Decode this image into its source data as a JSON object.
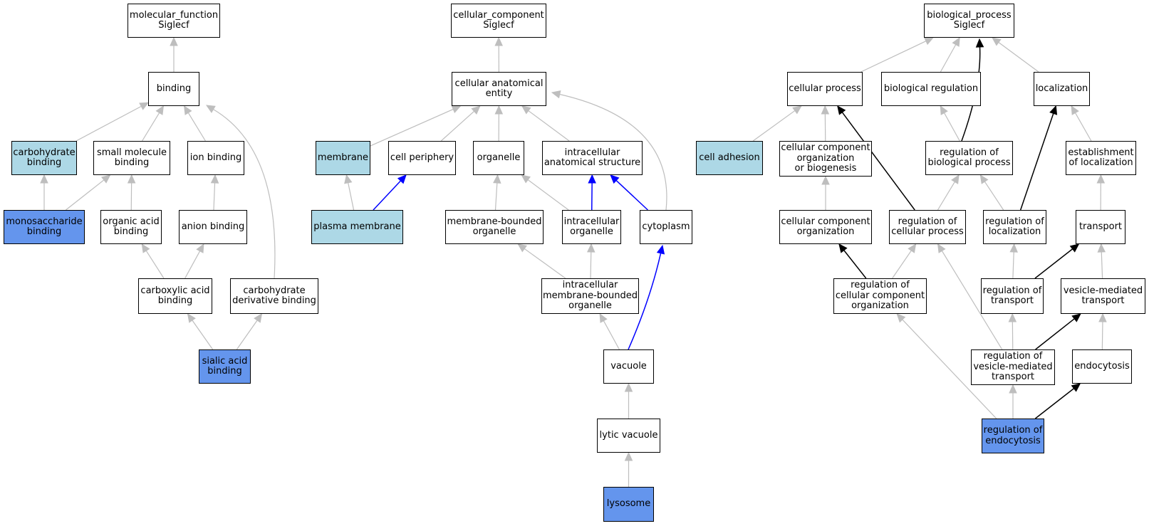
{
  "colors": {
    "edge_default": "#bebebe",
    "edge_blue": "#0000ff",
    "edge_black": "#000000",
    "fill_white": "#ffffff",
    "fill_light": "#add8e6",
    "fill_dark": "#6495ed"
  },
  "nodes": {
    "mf_root": {
      "label": "molecular_function\nSiglecf",
      "fill": "white"
    },
    "binding": {
      "label": "binding",
      "fill": "white"
    },
    "carb_binding": {
      "label": "carbohydrate\nbinding",
      "fill": "light"
    },
    "small_mol": {
      "label": "small molecule\nbinding",
      "fill": "white"
    },
    "ion_binding": {
      "label": "ion binding",
      "fill": "white"
    },
    "monosacch": {
      "label": "monosaccharide\nbinding",
      "fill": "dark"
    },
    "organic_acid": {
      "label": "organic acid\nbinding",
      "fill": "white"
    },
    "anion_binding": {
      "label": "anion binding",
      "fill": "white"
    },
    "carboxylic": {
      "label": "carboxylic acid\nbinding",
      "fill": "white"
    },
    "carb_deriv": {
      "label": "carbohydrate\nderivative binding",
      "fill": "white"
    },
    "sialic": {
      "label": "sialic acid\nbinding",
      "fill": "dark"
    },
    "cc_root": {
      "label": "cellular_component\nSiglecf",
      "fill": "white"
    },
    "cell_anat": {
      "label": "cellular anatomical\nentity",
      "fill": "white"
    },
    "membrane": {
      "label": "membrane",
      "fill": "light"
    },
    "cell_periph": {
      "label": "cell periphery",
      "fill": "white"
    },
    "organelle": {
      "label": "organelle",
      "fill": "white"
    },
    "ic_anat": {
      "label": "intracellular\nanatomical structure",
      "fill": "white"
    },
    "plasma_mem": {
      "label": "plasma membrane",
      "fill": "light"
    },
    "mem_bounded": {
      "label": "membrane-bounded\norganelle",
      "fill": "white"
    },
    "ic_organelle": {
      "label": "intracellular\norganelle",
      "fill": "white"
    },
    "cytoplasm": {
      "label": "cytoplasm",
      "fill": "white"
    },
    "ic_mem_bounded": {
      "label": "intracellular\nmembrane-bounded\norganelle",
      "fill": "white"
    },
    "vacuole": {
      "label": "vacuole",
      "fill": "white"
    },
    "lytic_vac": {
      "label": "lytic vacuole",
      "fill": "white"
    },
    "lysosome": {
      "label": "lysosome",
      "fill": "dark"
    },
    "bp_root": {
      "label": "biological_process\nSiglecf",
      "fill": "white"
    },
    "cell_process": {
      "label": "cellular process",
      "fill": "white"
    },
    "bio_reg": {
      "label": "biological regulation",
      "fill": "white"
    },
    "localization": {
      "label": "localization",
      "fill": "white"
    },
    "cell_adhesion": {
      "label": "cell adhesion",
      "fill": "light"
    },
    "cc_org_biogen": {
      "label": "cellular component\norganization\nor biogenesis",
      "fill": "white"
    },
    "reg_bio_proc": {
      "label": "regulation of\nbiological process",
      "fill": "white"
    },
    "estab_loc": {
      "label": "establishment\nof localization",
      "fill": "white"
    },
    "cc_org": {
      "label": "cellular component\norganization",
      "fill": "white"
    },
    "reg_cell_proc": {
      "label": "regulation of\ncellular process",
      "fill": "white"
    },
    "reg_loc": {
      "label": "regulation of\nlocalization",
      "fill": "white"
    },
    "transport": {
      "label": "transport",
      "fill": "white"
    },
    "reg_cc_org": {
      "label": "regulation of\ncellular component\norganization",
      "fill": "white"
    },
    "reg_transport": {
      "label": "regulation of\ntransport",
      "fill": "white"
    },
    "ves_transport": {
      "label": "vesicle-mediated\ntransport",
      "fill": "white"
    },
    "reg_ves_transport": {
      "label": "regulation of\nvesicle-mediated\ntransport",
      "fill": "white"
    },
    "endocytosis": {
      "label": "endocytosis",
      "fill": "white"
    },
    "reg_endocytosis": {
      "label": "regulation of\nendocytosis",
      "fill": "dark"
    }
  },
  "edges": [
    {
      "from": "binding",
      "to": "mf_root",
      "color": "gray"
    },
    {
      "from": "carb_binding",
      "to": "binding",
      "color": "gray"
    },
    {
      "from": "small_mol",
      "to": "binding",
      "color": "gray"
    },
    {
      "from": "ion_binding",
      "to": "binding",
      "color": "gray"
    },
    {
      "from": "carb_deriv",
      "to": "binding",
      "color": "gray"
    },
    {
      "from": "monosacch",
      "to": "carb_binding",
      "color": "gray"
    },
    {
      "from": "monosacch",
      "to": "small_mol",
      "color": "gray"
    },
    {
      "from": "organic_acid",
      "to": "small_mol",
      "color": "gray"
    },
    {
      "from": "anion_binding",
      "to": "ion_binding",
      "color": "gray"
    },
    {
      "from": "carboxylic",
      "to": "organic_acid",
      "color": "gray"
    },
    {
      "from": "carboxylic",
      "to": "anion_binding",
      "color": "gray"
    },
    {
      "from": "sialic",
      "to": "carboxylic",
      "color": "gray"
    },
    {
      "from": "sialic",
      "to": "carb_deriv",
      "color": "gray"
    },
    {
      "from": "cell_anat",
      "to": "cc_root",
      "color": "gray"
    },
    {
      "from": "membrane",
      "to": "cell_anat",
      "color": "gray"
    },
    {
      "from": "cell_periph",
      "to": "cell_anat",
      "color": "gray"
    },
    {
      "from": "organelle",
      "to": "cell_anat",
      "color": "gray"
    },
    {
      "from": "ic_anat",
      "to": "cell_anat",
      "color": "gray"
    },
    {
      "from": "cytoplasm",
      "to": "cell_anat",
      "color": "gray"
    },
    {
      "from": "plasma_mem",
      "to": "membrane",
      "color": "gray"
    },
    {
      "from": "plasma_mem",
      "to": "cell_periph",
      "color": "blue"
    },
    {
      "from": "mem_bounded",
      "to": "organelle",
      "color": "gray"
    },
    {
      "from": "ic_organelle",
      "to": "organelle",
      "color": "gray"
    },
    {
      "from": "ic_organelle",
      "to": "ic_anat",
      "color": "blue"
    },
    {
      "from": "cytoplasm",
      "to": "ic_anat",
      "color": "blue"
    },
    {
      "from": "ic_mem_bounded",
      "to": "mem_bounded",
      "color": "gray"
    },
    {
      "from": "ic_mem_bounded",
      "to": "ic_organelle",
      "color": "gray"
    },
    {
      "from": "vacuole",
      "to": "ic_mem_bounded",
      "color": "gray"
    },
    {
      "from": "vacuole",
      "to": "cytoplasm",
      "color": "blue"
    },
    {
      "from": "lytic_vac",
      "to": "vacuole",
      "color": "gray"
    },
    {
      "from": "lysosome",
      "to": "lytic_vac",
      "color": "gray"
    },
    {
      "from": "cell_process",
      "to": "bp_root",
      "color": "gray"
    },
    {
      "from": "bio_reg",
      "to": "bp_root",
      "color": "gray"
    },
    {
      "from": "localization",
      "to": "bp_root",
      "color": "gray"
    },
    {
      "from": "reg_bio_proc",
      "to": "bp_root",
      "color": "black"
    },
    {
      "from": "cell_adhesion",
      "to": "cell_process",
      "color": "gray"
    },
    {
      "from": "cc_org_biogen",
      "to": "cell_process",
      "color": "gray"
    },
    {
      "from": "reg_cell_proc",
      "to": "cell_process",
      "color": "black"
    },
    {
      "from": "reg_bio_proc",
      "to": "bio_reg",
      "color": "gray"
    },
    {
      "from": "estab_loc",
      "to": "localization",
      "color": "gray"
    },
    {
      "from": "reg_loc",
      "to": "localization",
      "color": "black"
    },
    {
      "from": "cc_org",
      "to": "cc_org_biogen",
      "color": "gray"
    },
    {
      "from": "reg_cell_proc",
      "to": "reg_bio_proc",
      "color": "gray"
    },
    {
      "from": "reg_loc",
      "to": "reg_bio_proc",
      "color": "gray"
    },
    {
      "from": "transport",
      "to": "estab_loc",
      "color": "gray"
    },
    {
      "from": "reg_cc_org",
      "to": "cc_org",
      "color": "black"
    },
    {
      "from": "reg_cc_org",
      "to": "reg_cell_proc",
      "color": "gray"
    },
    {
      "from": "reg_ves_transport",
      "to": "reg_cell_proc",
      "color": "gray"
    },
    {
      "from": "reg_transport",
      "to": "reg_loc",
      "color": "gray"
    },
    {
      "from": "reg_transport",
      "to": "transport",
      "color": "black"
    },
    {
      "from": "ves_transport",
      "to": "transport",
      "color": "gray"
    },
    {
      "from": "reg_ves_transport",
      "to": "reg_transport",
      "color": "gray"
    },
    {
      "from": "reg_ves_transport",
      "to": "ves_transport",
      "color": "black"
    },
    {
      "from": "endocytosis",
      "to": "ves_transport",
      "color": "gray"
    },
    {
      "from": "reg_endocytosis",
      "to": "reg_cc_org",
      "color": "gray"
    },
    {
      "from": "reg_endocytosis",
      "to": "reg_ves_transport",
      "color": "gray"
    },
    {
      "from": "reg_endocytosis",
      "to": "endocytosis",
      "color": "black"
    }
  ]
}
